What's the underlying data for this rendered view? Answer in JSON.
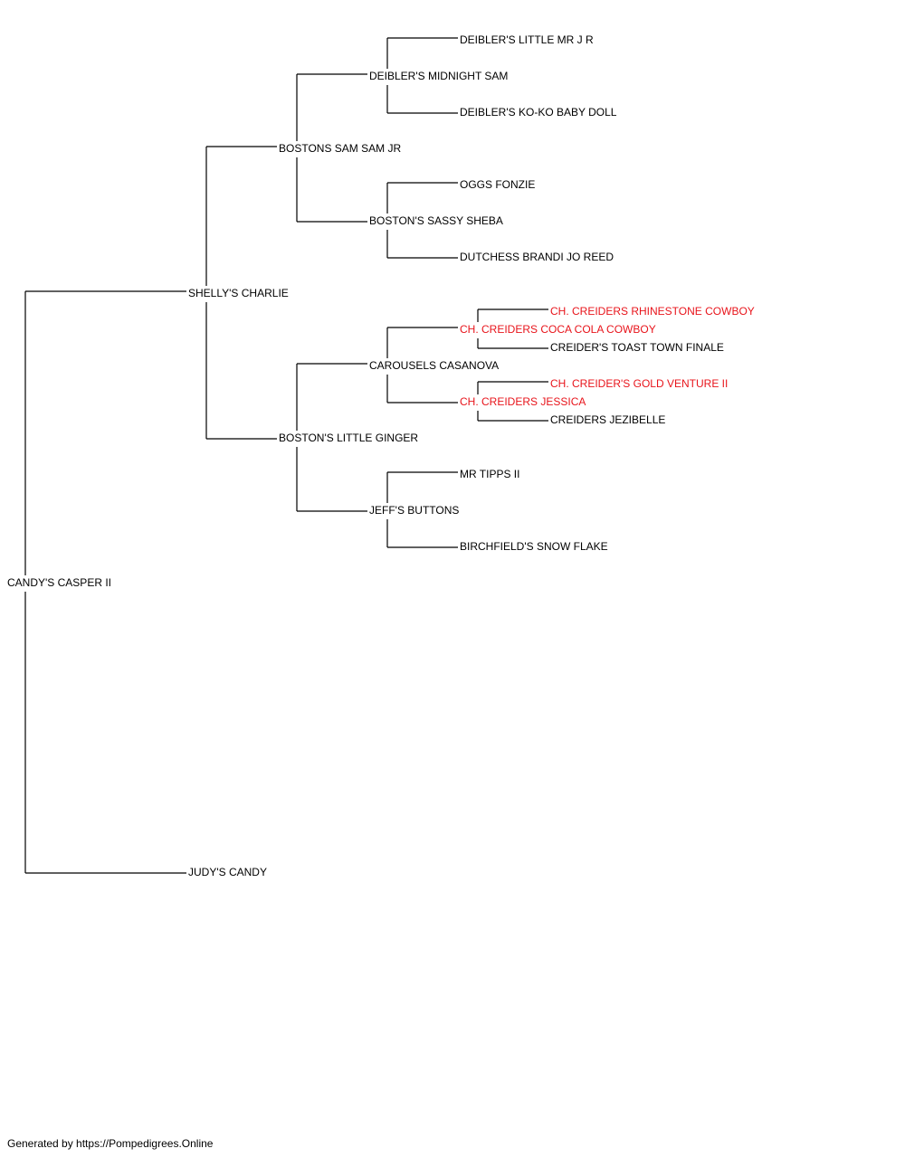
{
  "colors": {
    "line": "#000000",
    "text": "#000000",
    "champion": "#e8141b",
    "background": "#ffffff"
  },
  "pedigree": {
    "root": {
      "name": "CANDY'S CASPER II",
      "champion": false,
      "sire": {
        "name": "SHELLY'S CHARLIE",
        "champion": false,
        "sire": {
          "name": "BOSTONS SAM SAM JR",
          "champion": false,
          "sire": {
            "name": "DEIBLER'S MIDNIGHT SAM",
            "champion": false,
            "sire": {
              "name": "DEIBLER'S LITTLE MR J R",
              "champion": false
            },
            "dam": {
              "name": "DEIBLER'S KO-KO BABY DOLL",
              "champion": false
            }
          },
          "dam": {
            "name": "BOSTON'S SASSY SHEBA",
            "champion": false,
            "sire": {
              "name": "OGGS FONZIE",
              "champion": false
            },
            "dam": {
              "name": "DUTCHESS BRANDI JO REED",
              "champion": false
            }
          }
        },
        "dam": {
          "name": "BOSTON'S LITTLE GINGER",
          "champion": false,
          "sire": {
            "name": "CAROUSELS CASANOVA",
            "champion": false,
            "sire": {
              "name": "CH. CREIDERS COCA COLA COWBOY",
              "champion": true,
              "sire": {
                "name": "CH. CREIDERS RHINESTONE COWBOY",
                "champion": true
              },
              "dam": {
                "name": "CREIDER'S TOAST TOWN FINALE",
                "champion": false
              }
            },
            "dam": {
              "name": "CH. CREIDERS JESSICA",
              "champion": true,
              "sire": {
                "name": "CH. CREIDER'S GOLD VENTURE II",
                "champion": true
              },
              "dam": {
                "name": "CREIDERS JEZIBELLE",
                "champion": false
              }
            }
          },
          "dam": {
            "name": "JEFF'S BUTTONS",
            "champion": false,
            "sire": {
              "name": "MR TIPPS II",
              "champion": false
            },
            "dam": {
              "name": "BIRCHFIELD'S SNOW FLAKE",
              "champion": false
            }
          }
        }
      },
      "dam": {
        "name": "JUDY'S CANDY",
        "champion": false
      }
    }
  },
  "footer": {
    "text": "Generated by https://Pompedigrees.Online"
  }
}
